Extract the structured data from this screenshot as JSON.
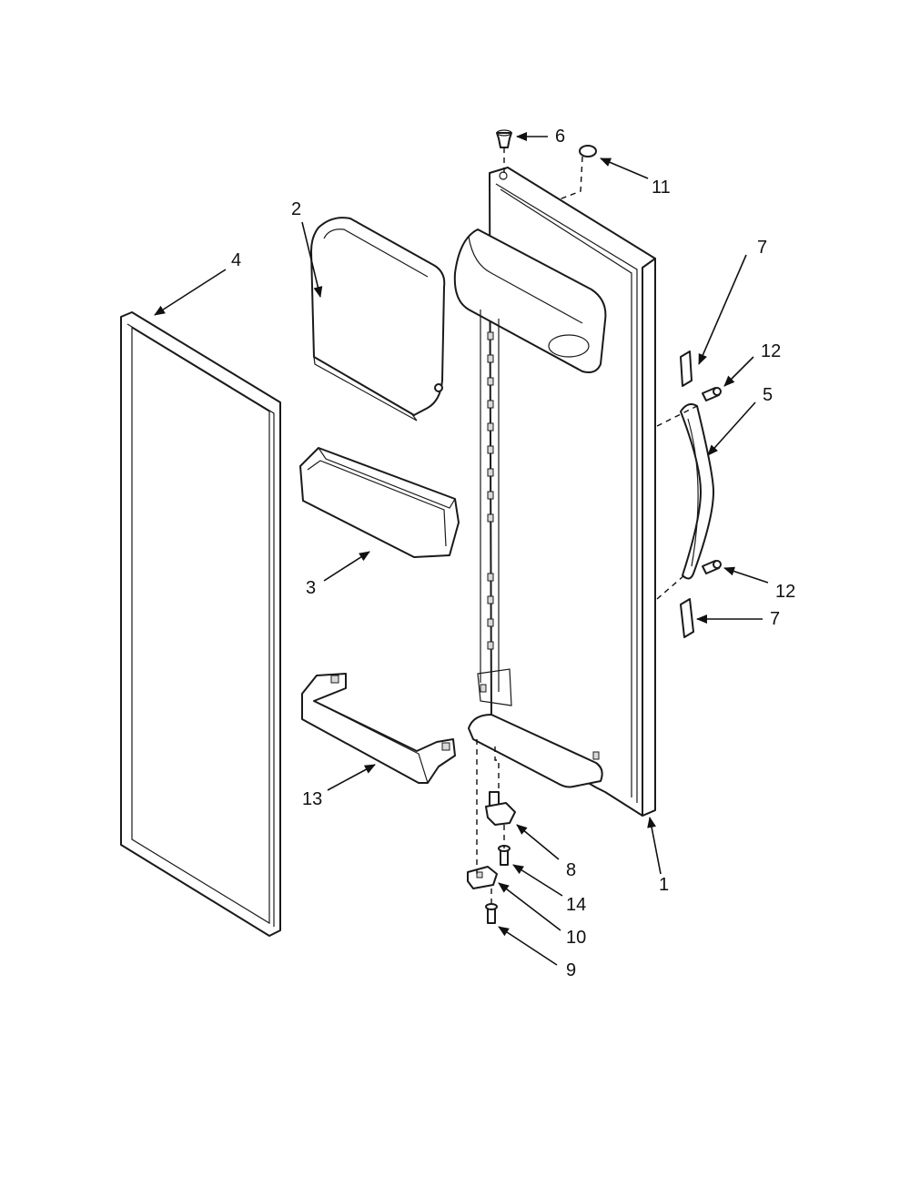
{
  "callouts": {
    "c1": "1",
    "c2": "2",
    "c3": "3",
    "c4": "4",
    "c5": "5",
    "c6": "6",
    "c7a": "7",
    "c7b": "7",
    "c8": "8",
    "c9": "9",
    "c10": "10",
    "c11": "11",
    "c12a": "12",
    "c12b": "12",
    "c13": "13",
    "c14": "14"
  }
}
